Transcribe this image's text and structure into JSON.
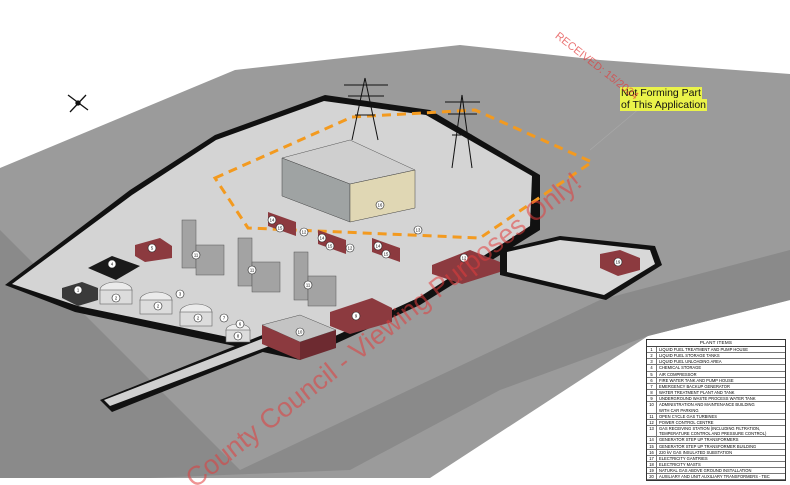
{
  "callout": {
    "line1": "Not Forming Part",
    "line2": "of This Application"
  },
  "watermark": {
    "main": "County Council - Viewing Purposes Only!",
    "received": "RECEIVED: 15/2024"
  },
  "legend": {
    "title": "PLANT ITEMS",
    "items": [
      {
        "num": "1",
        "label": "LIQUID FUEL TREATMENT AND PUMP HOUSE"
      },
      {
        "num": "2",
        "label": "LIQUID FUEL STORAGE TANKS"
      },
      {
        "num": "3",
        "label": "LIQUID FUEL UNLOADING AREA"
      },
      {
        "num": "4",
        "label": "CHEMICAL STORAGE"
      },
      {
        "num": "5",
        "label": "AIR COMPRESSOR"
      },
      {
        "num": "6",
        "label": "FIRE WATER TANK AND PUMP HOUSE"
      },
      {
        "num": "7",
        "label": "EMERGENCY BACKUP GENERATOR"
      },
      {
        "num": "8",
        "label": "WATER TREATMENT PLANT AND TANK"
      },
      {
        "num": "9",
        "label": "UNDERGROUND WASTE PROCESS WATER TANK"
      },
      {
        "num": "10",
        "label": "ADMINISTRATION AND MAINTENANCE BUILDING\nWITH CAR PARKING"
      },
      {
        "num": "11",
        "label": "OPEN CYCLE GAS TURBINES"
      },
      {
        "num": "12",
        "label": "POWER CONTROL CENTRE"
      },
      {
        "num": "13",
        "label": "GAS RECEIVING STATION (INCLUDING FILTRATION,\nTEMPERATURE CONTROL AND PRESSURE CONTROL)"
      },
      {
        "num": "14",
        "label": "GENERATOR STEP UP TRANSFORMERS"
      },
      {
        "num": "15",
        "label": "GENERATOR STEP UP TRANSFORMER BUILDING"
      },
      {
        "num": "16",
        "label": "220 kV GAS INSULATED SUBSTATION"
      },
      {
        "num": "17",
        "label": "ELECTRICITY GANTRIES"
      },
      {
        "num": "18",
        "label": "ELECTRICITY MASTS"
      },
      {
        "num": "19",
        "label": "NATURAL GAS ABOVE GROUND INSTALLATION"
      },
      {
        "num": "20",
        "label": "AUXILIARY AND UNIT AUXILIARY TRANSFORMERS - TBC"
      }
    ]
  },
  "site_labels": [
    "1",
    "2",
    "2",
    "2",
    "3",
    "4",
    "5",
    "6",
    "7",
    "8",
    "9",
    "10",
    "11",
    "11",
    "11",
    "12",
    "12",
    "12",
    "13",
    "14",
    "14",
    "14",
    "15",
    "15",
    "15",
    "16",
    "19"
  ],
  "colors": {
    "ground": "#9a9a9a",
    "yard": "#d4d4d4",
    "building_red": "#8c3a3f",
    "boundary_dashed": "#f39a1f",
    "highlight": "#eaf34a",
    "watermark": "#e13c3c"
  }
}
